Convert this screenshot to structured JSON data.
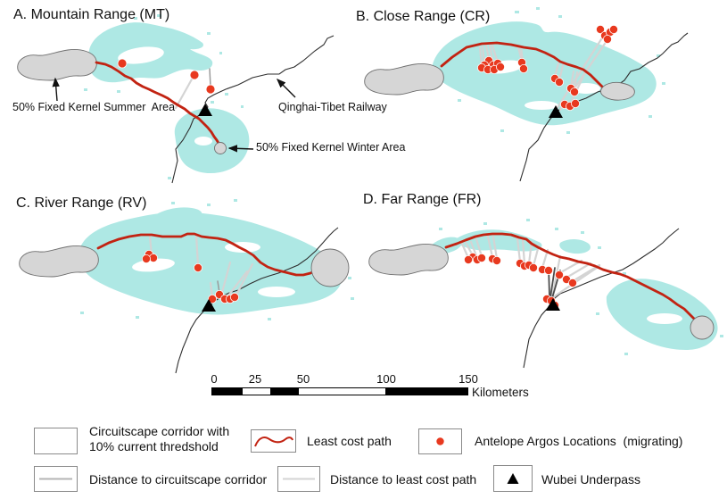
{
  "panels": {
    "a": {
      "title": "A. Mountain Range (MT)"
    },
    "b": {
      "title": "B. Close Range (CR)"
    },
    "c": {
      "title": "C. River Range (RV)"
    },
    "d": {
      "title": "D. Far Range (FR)"
    }
  },
  "annotations": {
    "summer": "50% Fixed Kernel Summer  Area",
    "railway": "Qinghai-Tibet Railway",
    "winter": "50% Fixed Kernel Winter Area"
  },
  "scalebar": {
    "ticks": [
      "0",
      "25",
      "50",
      "100",
      "150"
    ],
    "unit": "Kilometers"
  },
  "legend": {
    "items": [
      {
        "swatch": "corridor-fill",
        "line1": "Circuitscape corridor with",
        "line2": "10% current thredshold"
      },
      {
        "swatch": "least-cost-path-line",
        "label": "Least cost path"
      },
      {
        "swatch": "argos-point",
        "label": "Antelope Argos Locations  (migrating)"
      },
      {
        "swatch": "distance-corridor-line",
        "label": "Distance to circuitscape corridor"
      },
      {
        "swatch": "distance-lcp-line",
        "label": "Distance to least cost path"
      },
      {
        "swatch": "underpass-triangle",
        "label": "Wubei Underpass"
      }
    ]
  },
  "colors": {
    "corridor": "#aee8e4",
    "least_cost_path": "#c22312",
    "argos": "#e8391f",
    "kernel_fill": "#d6d6d6",
    "railway": "#2e2e2e",
    "distance_corridor": "#b5b5b5",
    "distance_lcp": "#d4d4d4",
    "underpass": "#000000"
  }
}
